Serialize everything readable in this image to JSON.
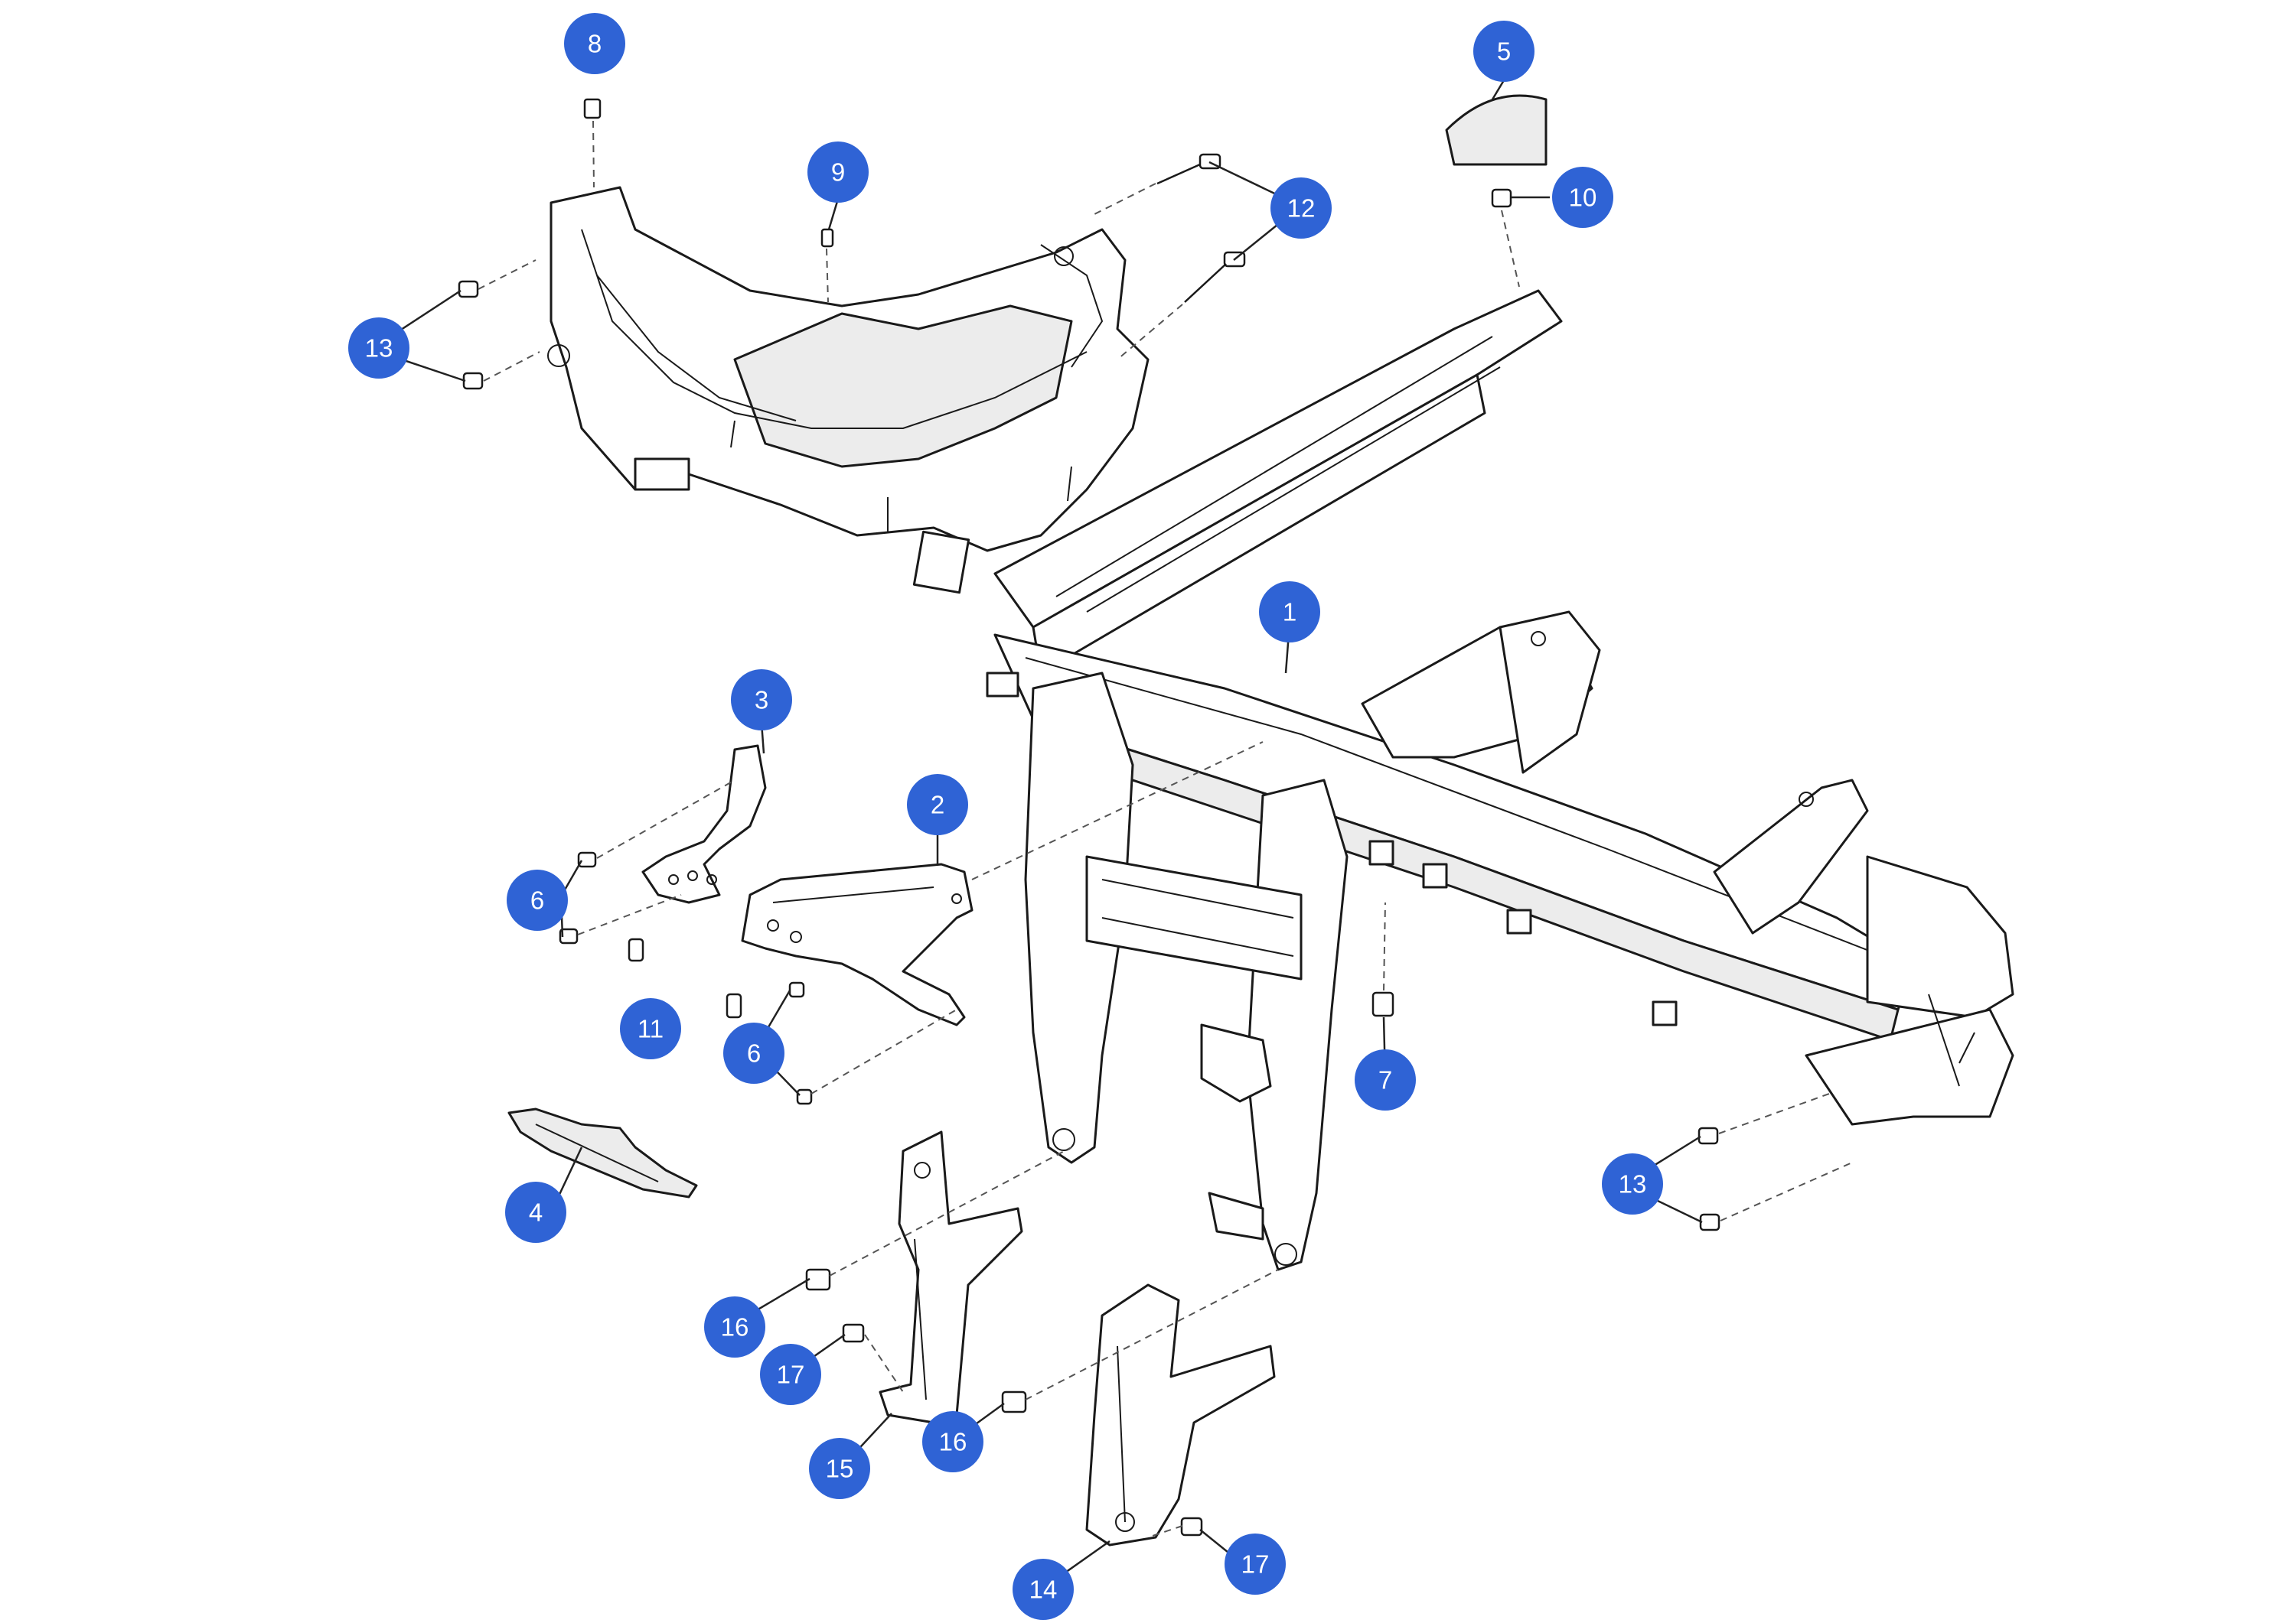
{
  "colors": {
    "callout_fill": "#2f63d5",
    "callout_text": "#ffffff",
    "line_art": "#1a1a1a"
  },
  "callouts": [
    {
      "label": "1"
    },
    {
      "label": "2"
    },
    {
      "label": "3"
    },
    {
      "label": "4"
    },
    {
      "label": "5"
    },
    {
      "label": "6"
    },
    {
      "label": "6"
    },
    {
      "label": "7"
    },
    {
      "label": "8"
    },
    {
      "label": "9"
    },
    {
      "label": "10"
    },
    {
      "label": "11"
    },
    {
      "label": "12"
    },
    {
      "label": "13"
    },
    {
      "label": "13"
    },
    {
      "label": "14"
    },
    {
      "label": "15"
    },
    {
      "label": "16"
    },
    {
      "label": "16"
    },
    {
      "label": "17"
    },
    {
      "label": "17"
    }
  ]
}
